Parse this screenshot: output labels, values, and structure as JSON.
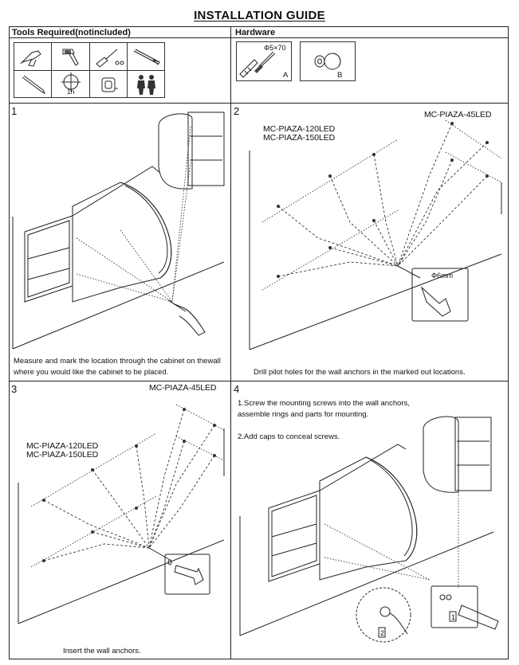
{
  "title": "INSTALLATION GUIDE",
  "tools": {
    "header": "Tools Required(notincluded)",
    "time_label": "1h",
    "icons": [
      "drill-icon",
      "hammer-icon",
      "screwdriver-icon",
      "chisel-icon",
      "pencil-icon",
      "crosshair-icon",
      "tape-measure-icon",
      "two-people-icon"
    ]
  },
  "hardware": {
    "header": "Hardware",
    "anchor_size": "Φ5×70",
    "item_a": "A",
    "item_b": "B"
  },
  "steps": [
    {
      "number": "1",
      "caption_line1": "Measure and mark the location through the cabinet on thewall",
      "caption_line2": "where you would like the cabinet to be placed."
    },
    {
      "number": "2",
      "model_single": "MC-PIAZA-45LED",
      "model_a": "MC-PIAZA-120LED",
      "model_b": "MC-PIAZA-150LED",
      "drill_size": "Φ6mm",
      "caption": "Drill pilot holes for the wall anchors in the marked out locations."
    },
    {
      "number": "3",
      "model_single": "MC-PIAZA-45LED",
      "model_a": "MC-PIAZA-120LED",
      "model_b": "MC-PIAZA-150LED",
      "caption": "Insert the wall anchors."
    },
    {
      "number": "4",
      "instruction1_line1": "1.Screw the mounting screws into the wall anchors,",
      "instruction1_line2": "assemble  rings and parts for mounting.",
      "instruction2": "2.Add caps to conceal screws.",
      "callout_1": "1",
      "callout_2": "2"
    }
  ]
}
